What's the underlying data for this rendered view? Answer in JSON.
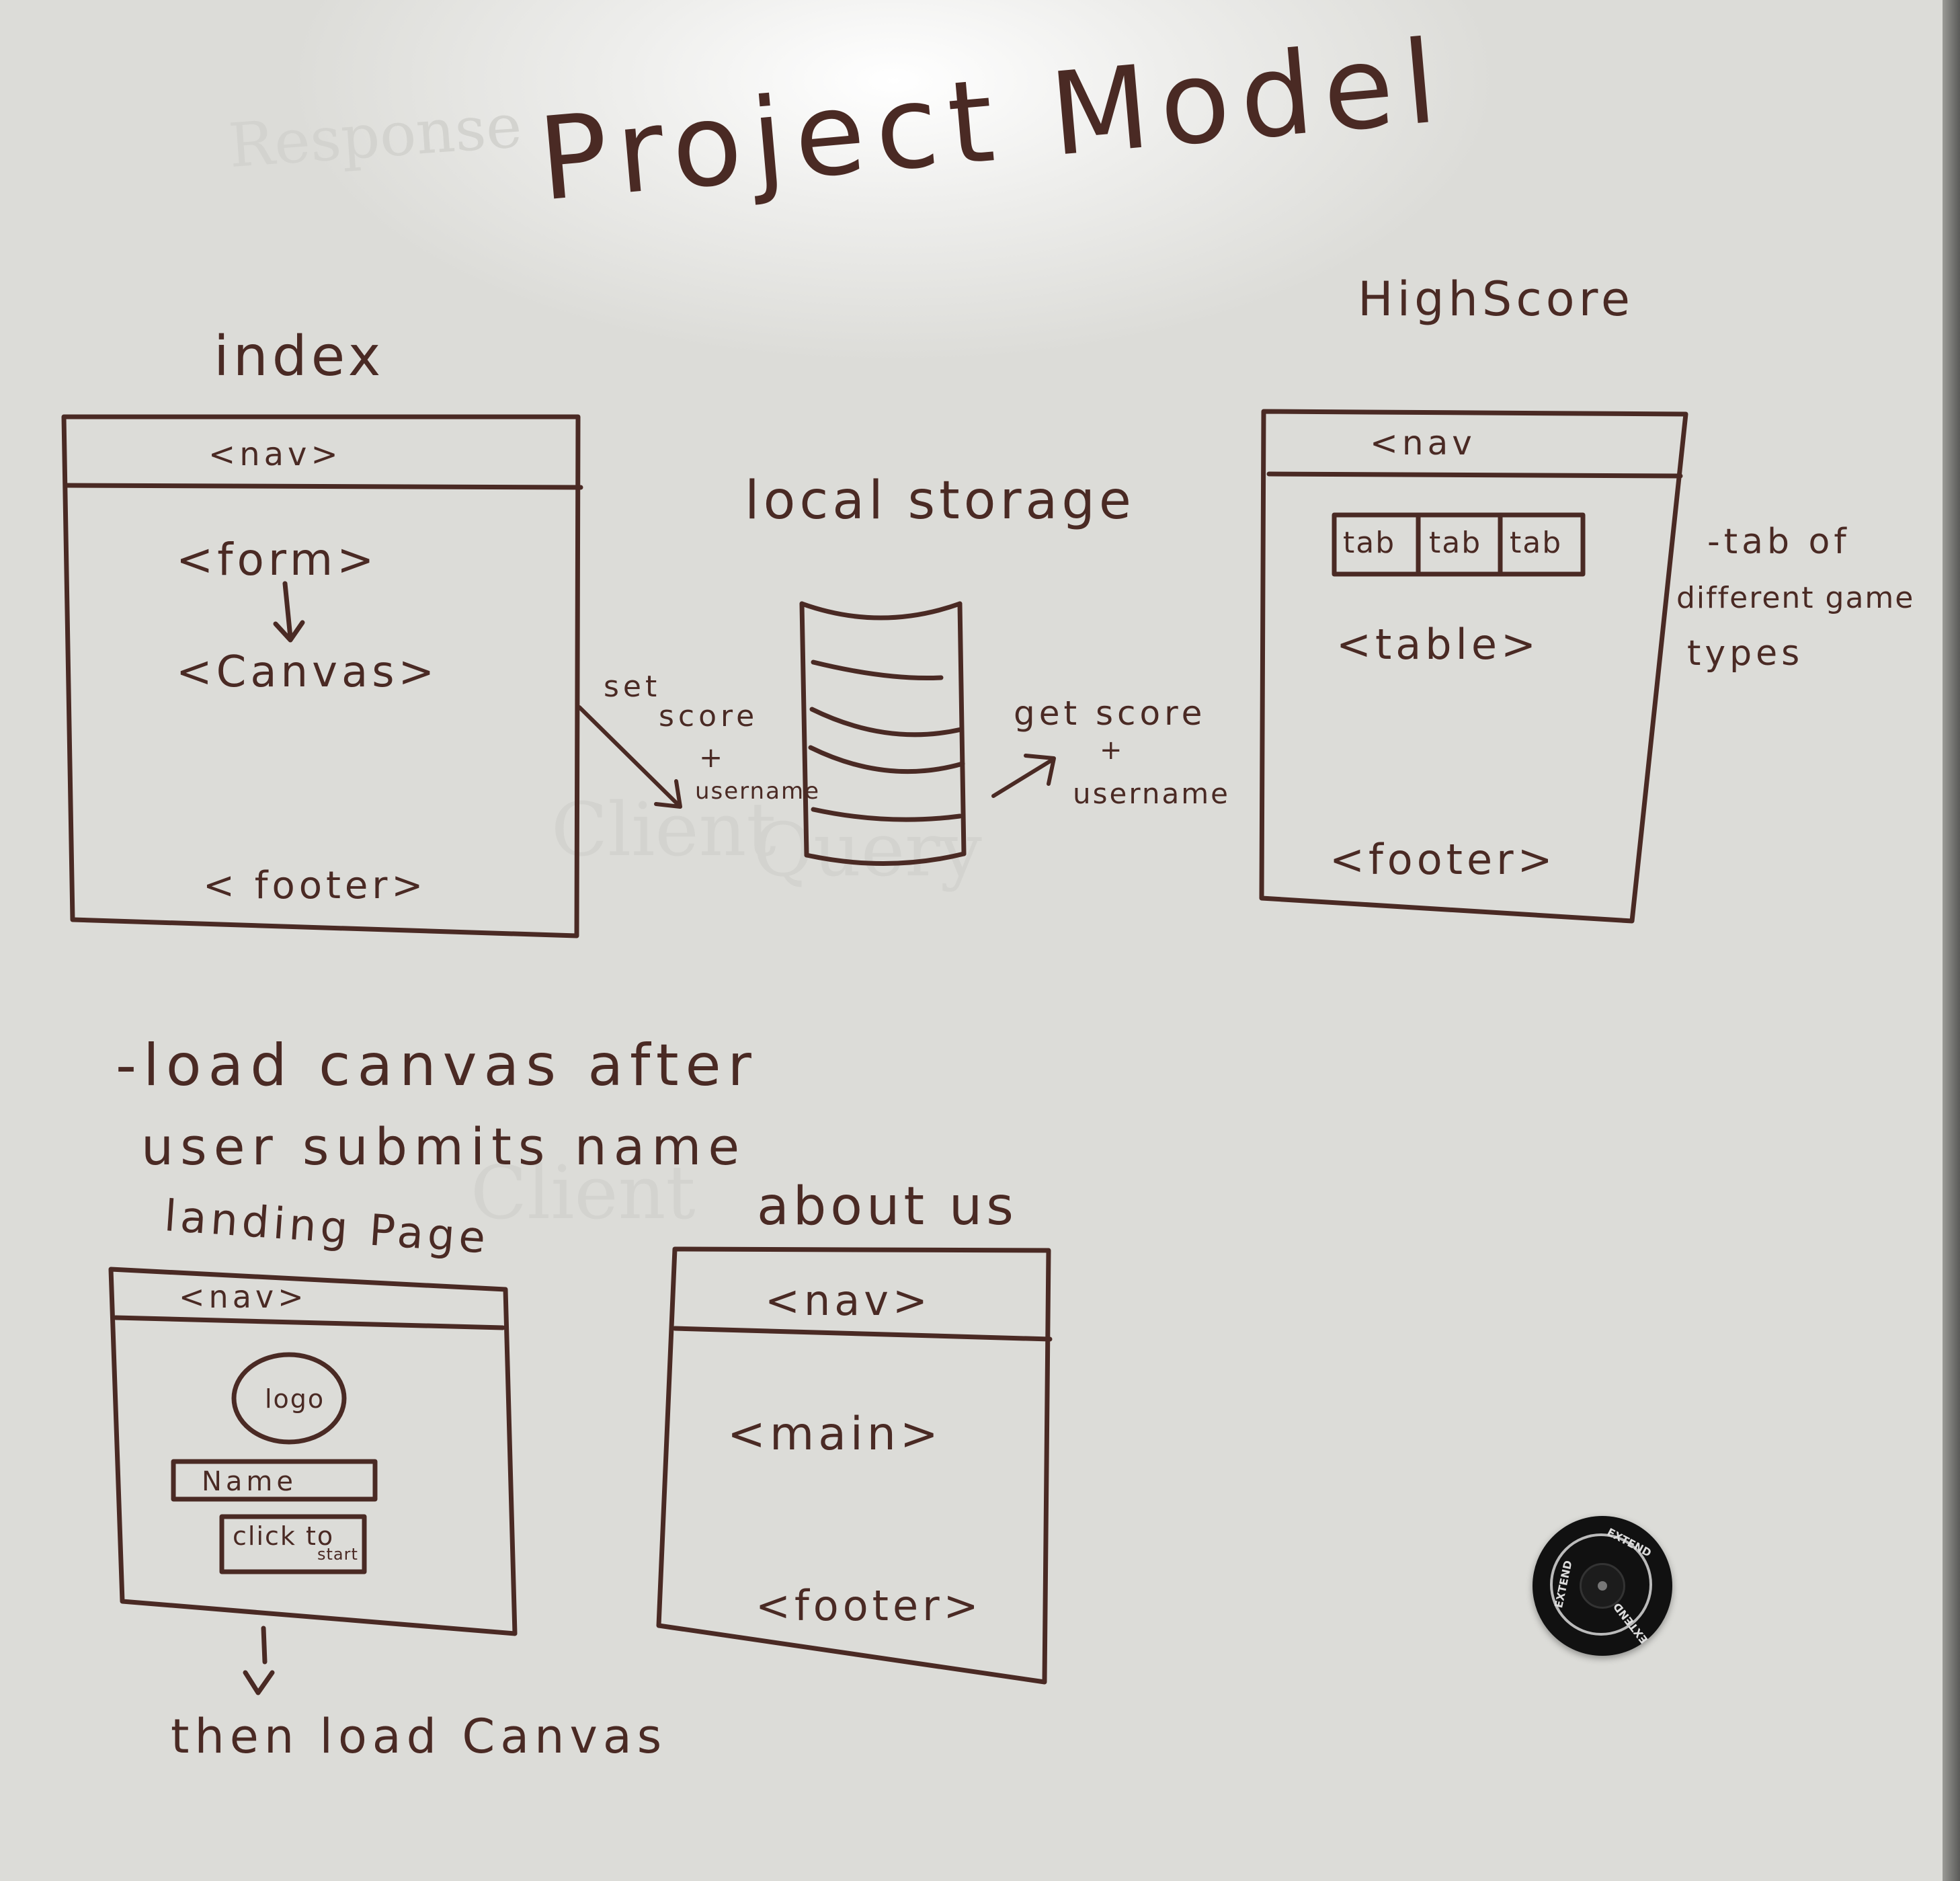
{
  "title": "Project Model",
  "ghost_text": [
    "Response",
    "Client",
    "Client",
    "Query"
  ],
  "index": {
    "label": "index",
    "nav": "<nav>",
    "form": "<form>",
    "canvas": "<Canvas>",
    "footer": "< footer>"
  },
  "local_storage": {
    "label": "local storage",
    "set_arrow": [
      "set",
      "score",
      "+",
      "username"
    ],
    "get_arrow": [
      "get score",
      "+",
      "username"
    ]
  },
  "highscore": {
    "label": "HighScore",
    "nav": "<nav",
    "tabs": [
      "tab",
      "tab",
      "tab"
    ],
    "table": "<table>",
    "footer": "<footer>",
    "note": [
      "-tab of",
      "different game",
      "types"
    ]
  },
  "note_load": [
    "-load canvas after",
    "user submits name"
  ],
  "landing": {
    "label": "landing Page",
    "nav": "<nav>",
    "logo": "logo",
    "name_input": "Name",
    "start_button": [
      "click to",
      "start"
    ],
    "after": "then load Canvas"
  },
  "about": {
    "label": "about us",
    "nav": "<nav>",
    "main": "<main>",
    "footer": "<footer>"
  },
  "magnet": {
    "text": "EXTEND",
    "colors": {
      "body": "#111111",
      "ring": "#bbbbbb"
    }
  },
  "colors": {
    "ink": "#4a2a24",
    "board": "#e6e6e3"
  }
}
